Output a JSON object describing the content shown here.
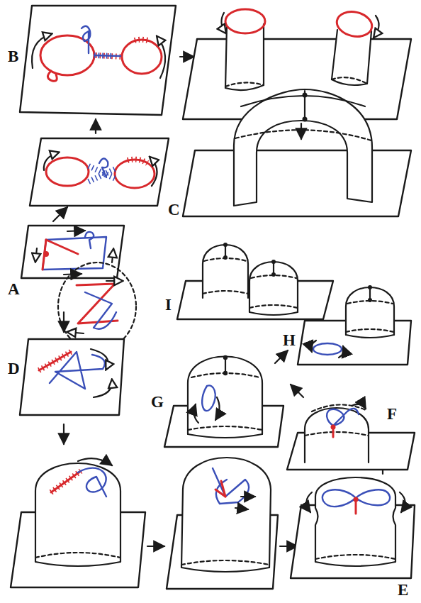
{
  "diagram": {
    "labels": [
      "B",
      "C",
      "A",
      "D",
      "E",
      "F",
      "G",
      "H",
      "I"
    ]
  }
}
